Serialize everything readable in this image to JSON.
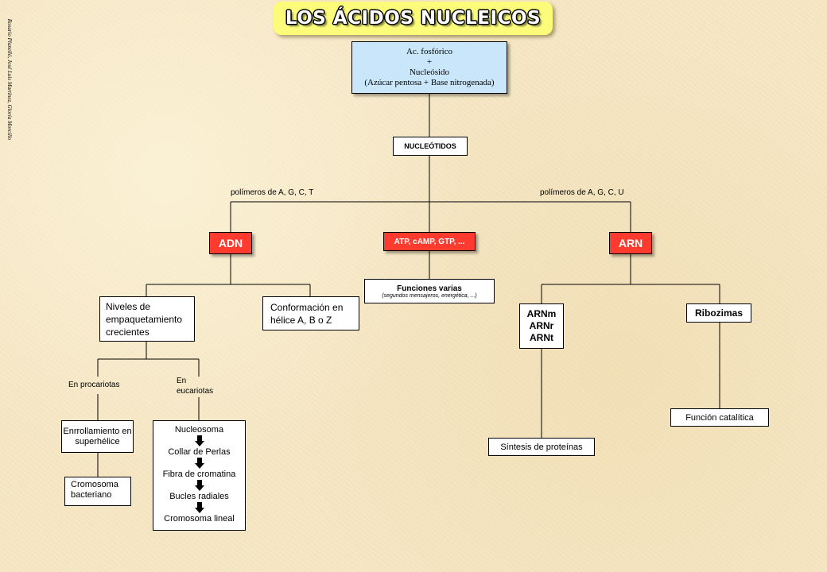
{
  "side_credit": "Rosario Planelló, José Luis Martínez, Gloria Morcillo",
  "title": "LOS ÁCIDOS NUCLEICOS",
  "top_box": {
    "line1": "Ac. fosfórico",
    "line2": "+",
    "line3": "Nucleósido",
    "line4": "(Azúcar pentosa + Base nitrogenada)"
  },
  "nucleotidos": "NUCLEÓTIDOS",
  "poly_left": "polímeros de A, G, C, T",
  "poly_right": "polímeros de A, G, C, U",
  "adn": "ADN",
  "arn": "ARN",
  "atp": "ATP, cAMP, GTP, ...",
  "funciones": {
    "title": "Funciones varias",
    "subtitle": "(segundos mensajeros, energética, ...)"
  },
  "niveles": "Niveles de empaquetamiento crecientes",
  "conformacion": "Conformación en hélice A, B o Z",
  "en_procariotas": "En procariotas",
  "en_eucariotas": "En eucariotas",
  "enrollamiento": "Enrrollamiento en superhélice",
  "cromosoma_bacteriano": "Cromosoma bacteriano",
  "chain": [
    "Nucleosoma",
    "Collar de Perlas",
    "Fibra de cromatina",
    "Bucles radiales",
    "Cromosoma lineal"
  ],
  "arn_types": [
    "ARNm",
    "ARNr",
    "ARNt"
  ],
  "ribozimas": "Ribozimas",
  "sintesis": "Síntesis de proteínas",
  "funcion_catalitica": "Función catalítica",
  "colors": {
    "background": "#f6e8c6",
    "title_bg": "#fcfc7a",
    "top_box_bg": "#c9e6fb",
    "accent_red": "#ff3b2f"
  }
}
